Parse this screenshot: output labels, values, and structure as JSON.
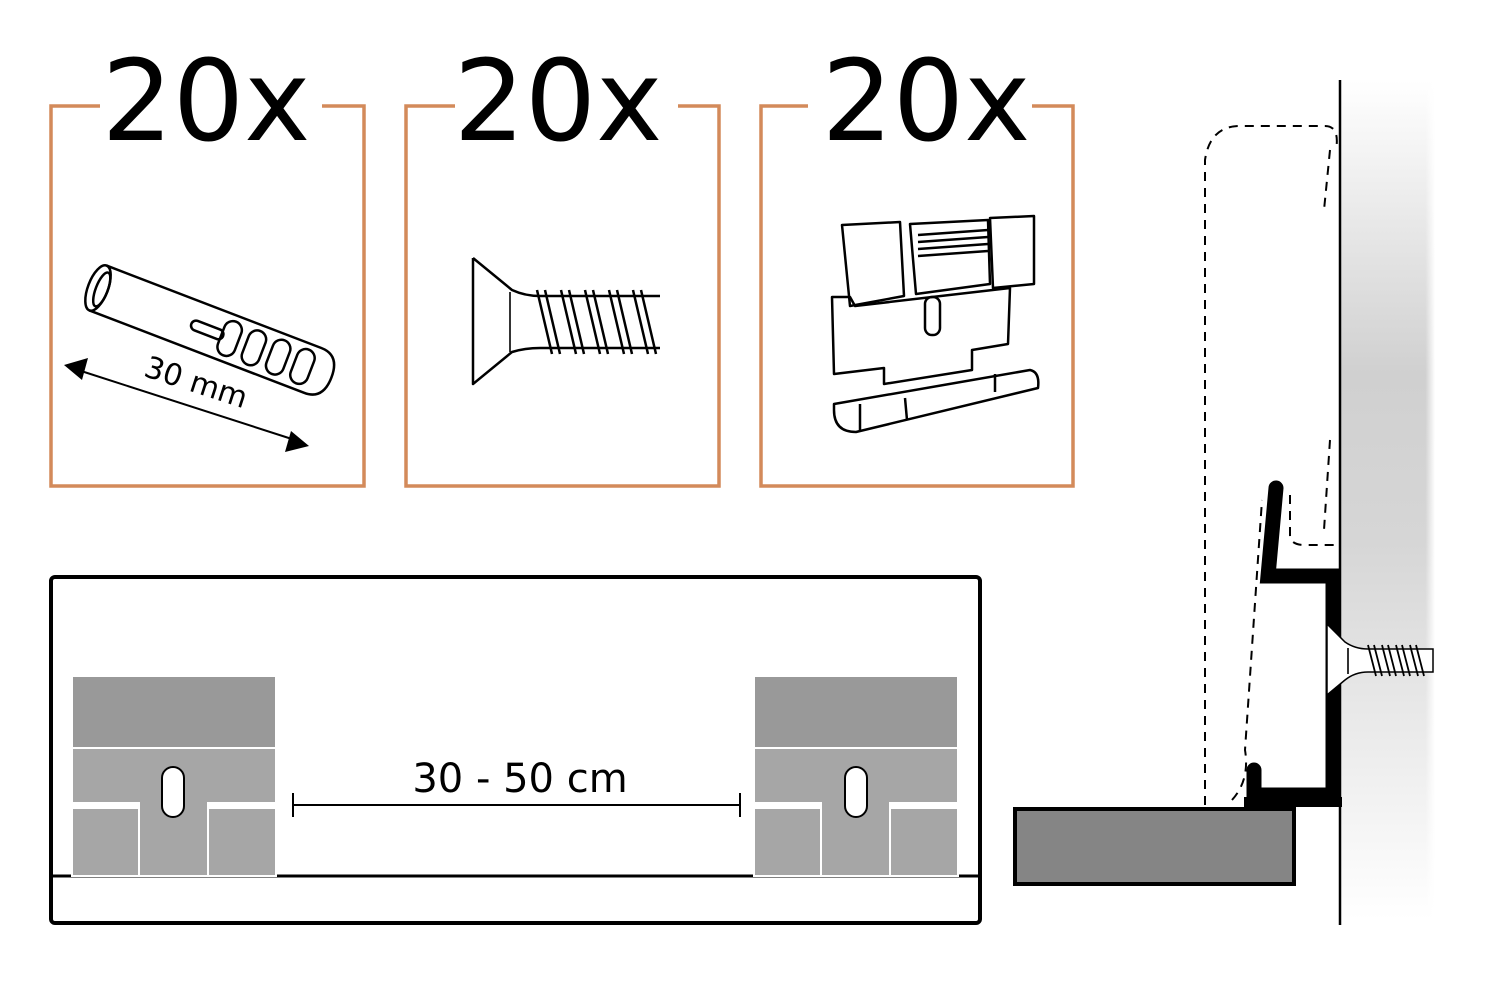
{
  "kit": {
    "items": [
      {
        "quantity": "20x",
        "name": "wall-plug",
        "dimension": "30 mm"
      },
      {
        "quantity": "20x",
        "name": "screw"
      },
      {
        "quantity": "20x",
        "name": "mounting-clip"
      }
    ]
  },
  "spacing": {
    "label": "30 - 50 cm"
  },
  "colors": {
    "frame": "#d38a5a",
    "clip_fill": "#a6a6a6",
    "board_fill": "#858585"
  }
}
